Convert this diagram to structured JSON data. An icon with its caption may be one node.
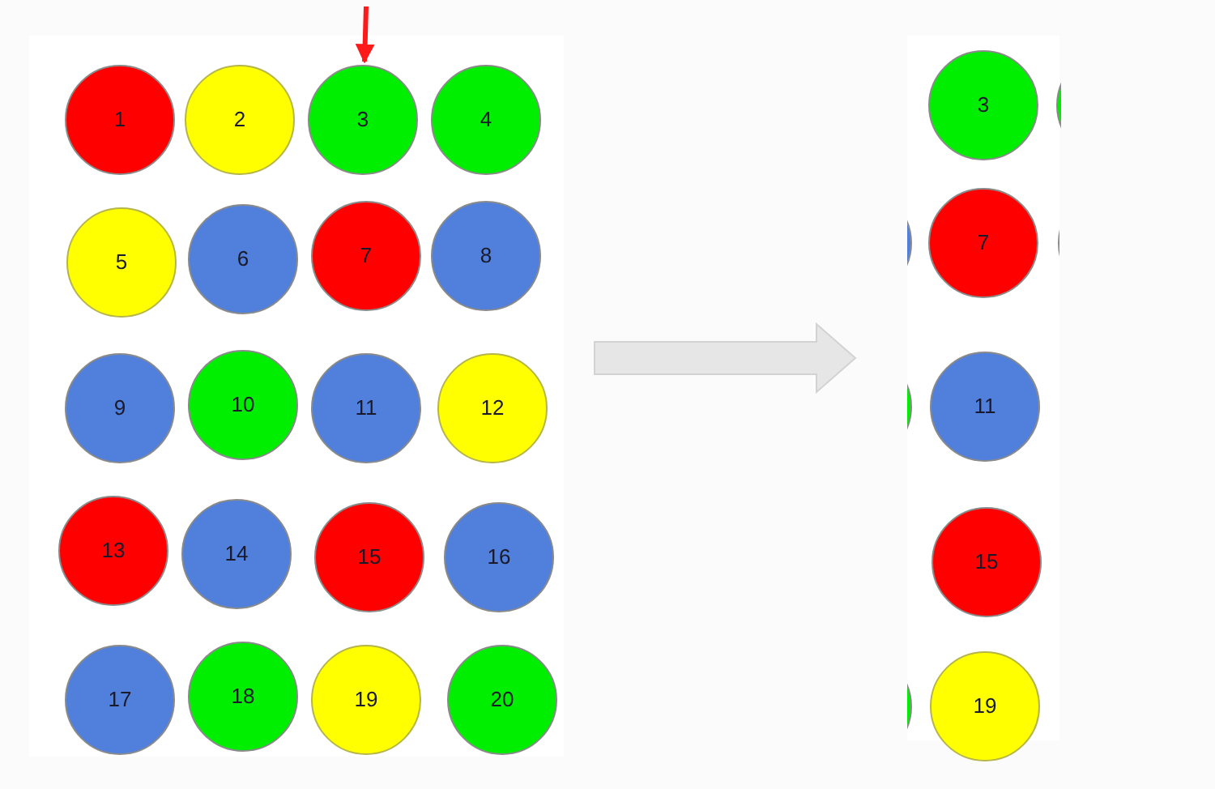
{
  "diagram": {
    "nodes": [
      {
        "text": [
          "1"
        ]
      },
      {
        "text": [
          "2"
        ]
      },
      {
        "text": [
          "3"
        ]
      },
      {
        "text": [
          "4"
        ]
      },
      {
        "text": [
          "5"
        ]
      },
      {
        "text": [
          "6"
        ]
      },
      {
        "text": [
          "7"
        ]
      },
      {
        "text": [
          "8"
        ]
      },
      {
        "text": [
          "9"
        ]
      },
      {
        "text": [
          "10"
        ]
      },
      {
        "text": [
          "11"
        ]
      },
      {
        "text": [
          "12"
        ]
      },
      {
        "text": [
          "13"
        ]
      },
      {
        "text": [
          "14"
        ]
      },
      {
        "text": [
          "15"
        ]
      },
      {
        "text": [
          "16"
        ]
      },
      {
        "text": [
          "17"
        ]
      },
      {
        "text": [
          "18"
        ]
      },
      {
        "text": [
          "19"
        ]
      },
      {
        "text": [
          "20"
        ]
      },
      {
        "text": [
          "3"
        ]
      },
      {
        "text": [
          "7"
        ]
      },
      {
        "text": [
          "11"
        ]
      },
      {
        "text": [
          "15"
        ]
      },
      {
        "text": [
          "19"
        ]
      },
      {
        "text": [],
        "shape": "circle"
      },
      {
        "text": [],
        "shape": "circle"
      },
      {
        "text": [],
        "shape": "circle"
      },
      {
        "text": [],
        "shape": "circle"
      },
      {
        "text": [],
        "shape": "circle"
      }
    ],
    "edges": [
      {
        "from": null,
        "to": 2,
        "arrow": "to",
        "color": "#ff1a1a"
      }
    ]
  }
}
